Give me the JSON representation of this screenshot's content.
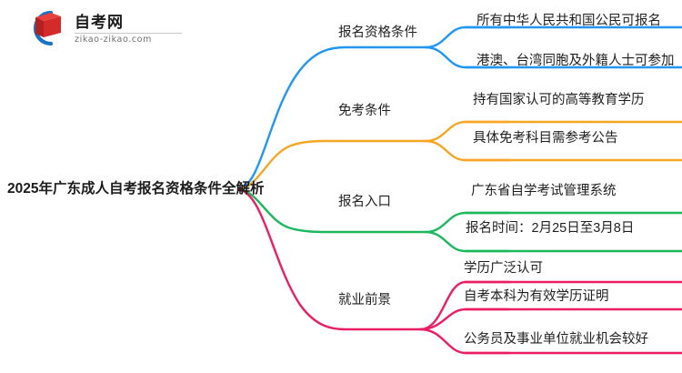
{
  "logo": {
    "title": "自考网",
    "subtitle": "zikao-zikao.com",
    "mark_icon": "book-arc-logo-icon",
    "arc_color": "#1a72c4",
    "book_color": "#d42a2a"
  },
  "mindmap": {
    "root": {
      "label": "2025年广东成人自考报名资格条件全解析"
    },
    "branches": [
      {
        "label": "报名资格条件",
        "color": "#2196f3",
        "children": [
          {
            "label": "所有中华人民共和国公民可报名"
          },
          {
            "label": "港澳、台湾同胞及外籍人士可参加"
          }
        ]
      },
      {
        "label": "免考条件",
        "color": "#f5a623",
        "children": [
          {
            "label": "持有国家认可的高等教育学历"
          },
          {
            "label": "具体免考科目需参考公告"
          }
        ]
      },
      {
        "label": "报名入口",
        "color": "#1bb85e",
        "children": [
          {
            "label": "广东省自学考试管理系统"
          },
          {
            "label": "报名时间：2月25日至3月8日"
          }
        ]
      },
      {
        "label": "就业前景",
        "color": "#e91e63",
        "children": [
          {
            "label": "学历广泛认可"
          },
          {
            "label": "自考本科为有效学历证明"
          },
          {
            "label": "公务员及事业单位就业机会较好"
          }
        ]
      }
    ]
  }
}
